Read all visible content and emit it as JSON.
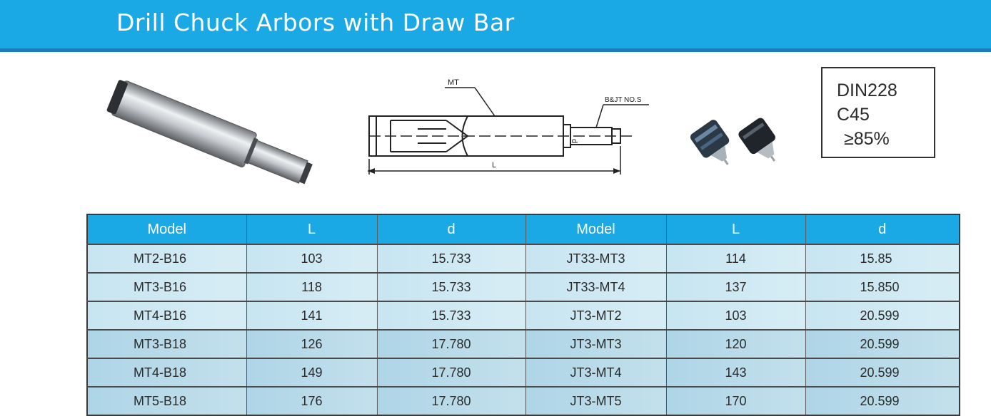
{
  "header": {
    "title": "Drill Chuck Arbors with Draw Bar"
  },
  "drawing": {
    "mt_label": "MT",
    "bjt_label": "B&JT NO.S",
    "length_label": "L",
    "d_label": "d"
  },
  "spec_box": {
    "line1": "DIN228",
    "line2": "C45",
    "line3": "≥85%"
  },
  "table": {
    "headers": [
      "Model",
      "L",
      "d",
      "Model",
      "L",
      "d"
    ],
    "rows": [
      [
        "MT2-B16",
        "103",
        "15.733",
        "JT33-MT3",
        "114",
        "15.85"
      ],
      [
        "MT3-B16",
        "118",
        "15.733",
        "JT33-MT4",
        "137",
        "15.850"
      ],
      [
        "MT4-B16",
        "141",
        "15.733",
        "JT3-MT2",
        "103",
        "20.599"
      ],
      [
        "MT3-B18",
        "126",
        "17.780",
        "JT3-MT3",
        "120",
        "20.599"
      ],
      [
        "MT4-B18",
        "149",
        "17.780",
        "JT3-MT4",
        "143",
        "20.599"
      ],
      [
        "MT5-B18",
        "176",
        "17.780",
        "JT3-MT5",
        "170",
        "20.599"
      ]
    ]
  },
  "colors": {
    "header_bg": "#1ba9e6",
    "header_border": "#1a7cb8",
    "table_header_bg": "#1ba9e6"
  }
}
